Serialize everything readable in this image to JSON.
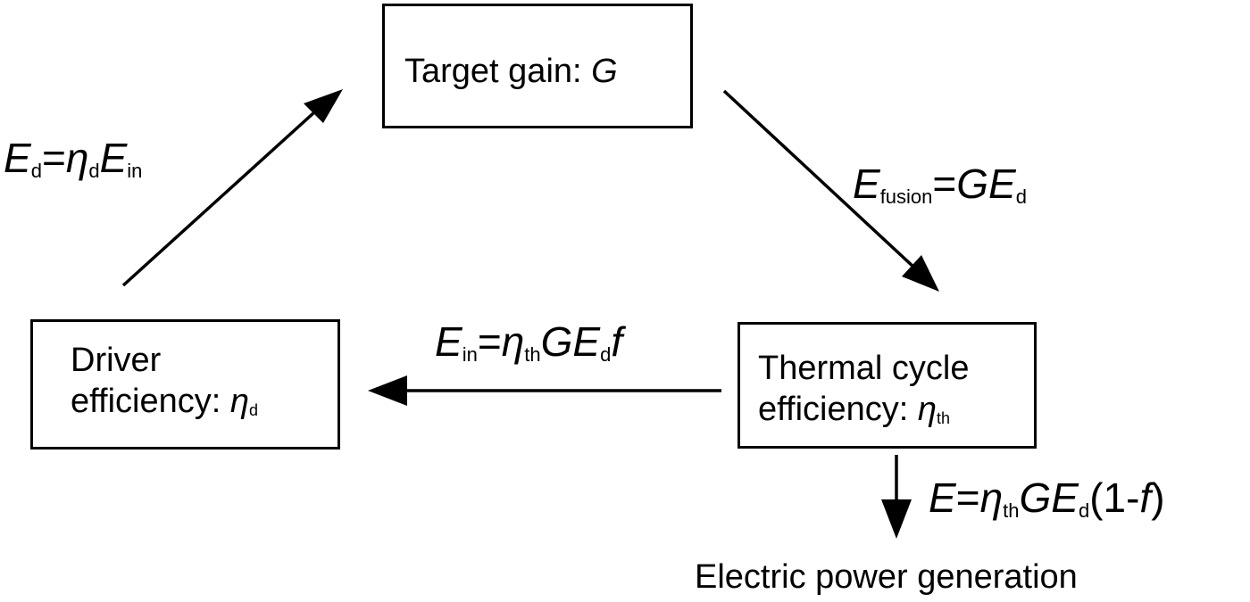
{
  "boxes": {
    "target": {
      "label": "Target gain: ",
      "symbol": "G"
    },
    "driver": {
      "line1": "Driver",
      "line2": "efficiency: ",
      "symbol": "η",
      "sub": "d"
    },
    "thermal": {
      "line1": "Thermal cycle",
      "line2": "efficiency: ",
      "symbol": "η",
      "sub": "th"
    }
  },
  "equations": {
    "driver_to_target": {
      "lhs": "E",
      "lhs_sub": "d",
      "eq": "=",
      "eta": "η",
      "eta_sub": "d",
      "rhs": "E",
      "rhs_sub": "in"
    },
    "target_to_thermal": {
      "lhs": "E",
      "lhs_sub": "fusion",
      "eq": "=",
      "g": "GE",
      "g_sub": "d"
    },
    "thermal_to_driver": {
      "lhs": "E",
      "lhs_sub": "in",
      "eq": "=",
      "eta": "η",
      "eta_sub": "th",
      "ge": "GE",
      "ge_sub": "d",
      "f": "f"
    },
    "thermal_to_output": {
      "lhs": "E",
      "eq": "=",
      "eta": "η",
      "eta_sub": "th",
      "ge": "GE",
      "ge_sub": "d",
      "open": "(1-",
      "f": "f",
      "close": ")"
    }
  },
  "output_label": "Electric power generation"
}
